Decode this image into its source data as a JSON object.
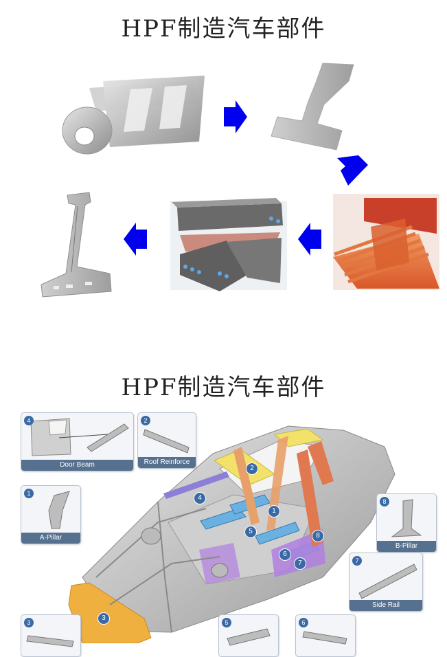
{
  "titles": {
    "top": "HPF制造汽车部件",
    "bottom": "HPF制造汽车部件"
  },
  "process": {
    "stages": [
      "steel-coil-blank",
      "cut-blank",
      "furnace-heating",
      "press-die-quench",
      "finished-part"
    ],
    "arrow_color": "#0000ee"
  },
  "parts": [
    {
      "num": "4",
      "label": "Door Beam"
    },
    {
      "num": "2",
      "label": "Roof Reinforce"
    },
    {
      "num": "1",
      "label": "A-Pillar"
    },
    {
      "num": "8",
      "label": "B-Pillar"
    },
    {
      "num": "7",
      "label": "Side Rail"
    },
    {
      "num": "3",
      "label": ""
    },
    {
      "num": "5",
      "label": ""
    },
    {
      "num": "6",
      "label": ""
    }
  ],
  "car_tags": [
    "2",
    "4",
    "1",
    "5",
    "6",
    "7",
    "8",
    "3"
  ],
  "colors": {
    "a_pillar": "#e8a06a",
    "b_pillar": "#e07850",
    "door_beam": "#8c7fd6",
    "roof": "#f2e26a",
    "bumper": "#f0b040",
    "rail": "#b07fe0",
    "floor_blue": "#6ab0e0"
  }
}
